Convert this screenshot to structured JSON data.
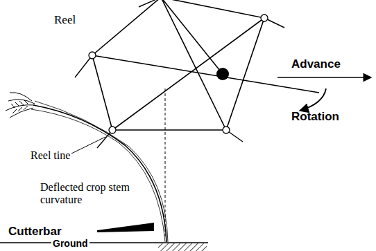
{
  "diagram": {
    "labels": [
      "Reel",
      "Advance",
      "Rotation",
      "Reel tine",
      "Deflected crop stem curvature",
      "Cutterbar",
      "Ground"
    ]
  }
}
